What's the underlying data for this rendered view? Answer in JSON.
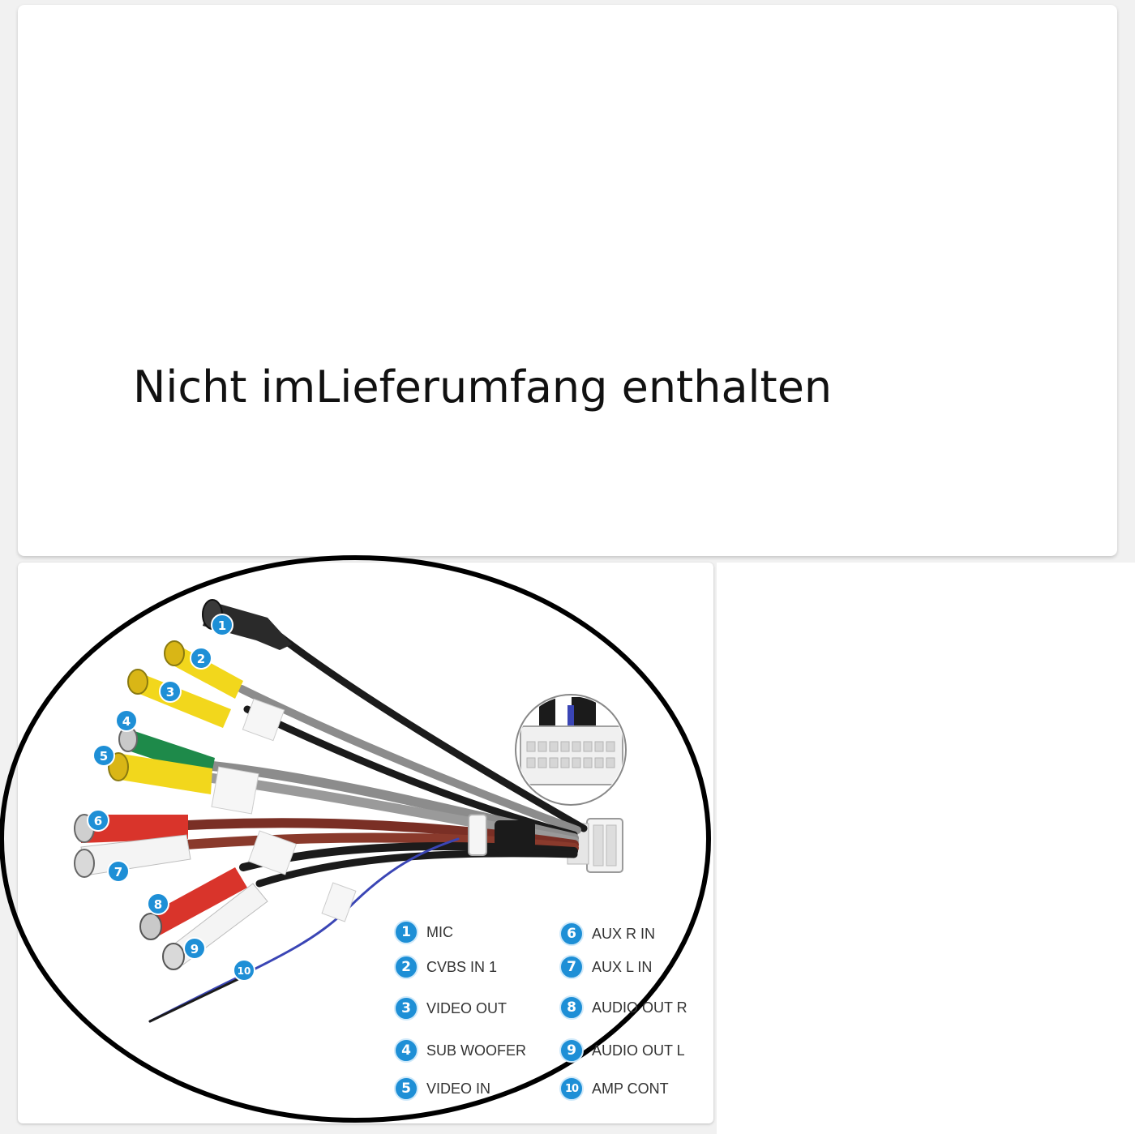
{
  "caption": "Nicht imLieferumfang enthalten",
  "legend": [
    {
      "num": "1",
      "label": "MIC"
    },
    {
      "num": "2",
      "label": "CVBS IN 1"
    },
    {
      "num": "3",
      "label": "VIDEO OUT"
    },
    {
      "num": "4",
      "label": "SUB WOOFER"
    },
    {
      "num": "5",
      "label": "VIDEO IN"
    },
    {
      "num": "6",
      "label": "AUX R IN"
    },
    {
      "num": "7",
      "label": "AUX L IN"
    },
    {
      "num": "8",
      "label": "AUDIO OUT R"
    },
    {
      "num": "9",
      "label": "AUDIO OUT L"
    },
    {
      "num": "10",
      "label": "AMP CONT"
    }
  ],
  "cable_colors": {
    "yellow": "#f2d71c",
    "green": "#1e8a4a",
    "red": "#d9342b",
    "white": "#f4f4f4",
    "gray": "#8c8c8c",
    "brown": "#7a2f25",
    "black": "#1b1b1b",
    "blue": "#3a45b5",
    "badge": "#1e8fd6"
  }
}
